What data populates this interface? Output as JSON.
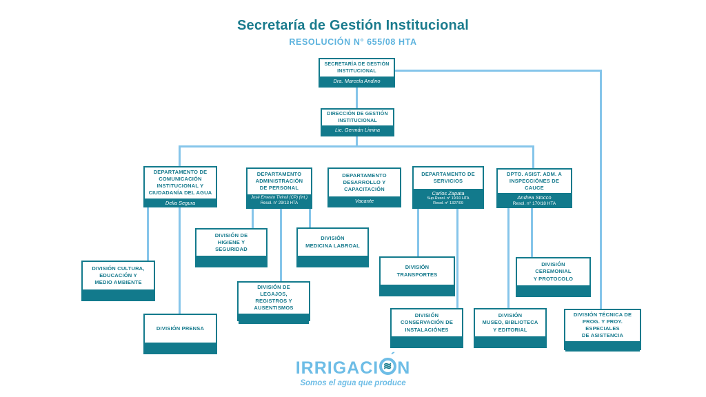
{
  "page": {
    "title": "Secretaría de Gestión Institucional",
    "subtitle": "RESOLUCIÓN N° 655/08 HTA"
  },
  "nodes": {
    "secretaria": {
      "title": "SECRETARÍA DE GESTIÓN\nINSTITUCIONAL",
      "name": "Dra. Marcela Andino"
    },
    "direccion": {
      "title": "DIRECCIÓN DE GESTIÓN\nINSTITUCIONAL",
      "name": "Lic. Germán Limina"
    },
    "dep_comunicacion": {
      "title": "DEPARTAMENTO DE\nCOMUNICACIÓN\nINSTITUCIONAL Y\nCIUDADANÍA DEL AGUA",
      "name": "Delia Segura"
    },
    "dep_administracion": {
      "title": "DEPARTAMENTO\nADMINISTRACIÓN\nDE PERSONAL",
      "name": "José Ernesto Tiviroli (CP) (Int.)",
      "detail": "Resol. n° 29/13 HTA"
    },
    "dep_desarrollo": {
      "title": "DEPARTAMENTO\nDESARROLLO Y\nCAPACITACIÓN",
      "name": "Vacante"
    },
    "dep_servicios": {
      "title": "DEPARTAMENTO DE\nSERVICIOS",
      "name": "Carlos Zapata",
      "detail": "Sup.Resol. n° 19/10 HTA\nResol. n° 1327/09"
    },
    "dep_inspecciones": {
      "title": "DPTO. ASIST. ADM. A\nINSPECCIÓNES DE CAUCE",
      "name": "Andrea Stocco",
      "detail": "Resol. n° 170/18 HTA"
    },
    "div_cultura": {
      "title": "DIVISIÓN CULTURA,\nEDUCACIÓN Y\nMEDIO AMBIENTE"
    },
    "div_prensa": {
      "title": "DIVISIÓN PRENSA"
    },
    "div_higiene": {
      "title": "DIVISIÓN DE\nHIGIENE Y\nSEGURIDAD"
    },
    "div_medicina": {
      "title": "DIVISIÓN\nMEDICINA LABROAL"
    },
    "div_legajos": {
      "title": "DIVISIÓN DE\nLEGAJOS,\nREGISTROS Y\nAUSENTISMOS"
    },
    "div_transportes": {
      "title": "DIVISIÓN\nTRANSPORTES"
    },
    "div_ceremonial": {
      "title": "DIVISIÓN\nCEREMONIAL\nY PROTOCOLO"
    },
    "div_conservacion": {
      "title": "DIVISIÓN\nCONSERVACIÓN DE\nINSTALACIÓNES"
    },
    "div_museo": {
      "title": "DIVISIÓN\nMUSEO, BIBLIOTECA\nY EDITORIAL"
    },
    "div_tecnica": {
      "title": "DIVISIÓN TÉCNICA DE\nPROG. Y PROY. ESPECIALES\nDE ASISTENCIA"
    }
  },
  "footer": {
    "logo_pre": "IRRIGACI",
    "logo_post": "N",
    "wave": "≋",
    "tagline": "Somos el agua que produce"
  },
  "colors": {
    "teal": "#127a8c",
    "light_blue": "#85c5ea",
    "logo_blue": "#6ebde6",
    "title_teal": "#1a7b8d",
    "subtitle_blue": "#5db3de"
  }
}
